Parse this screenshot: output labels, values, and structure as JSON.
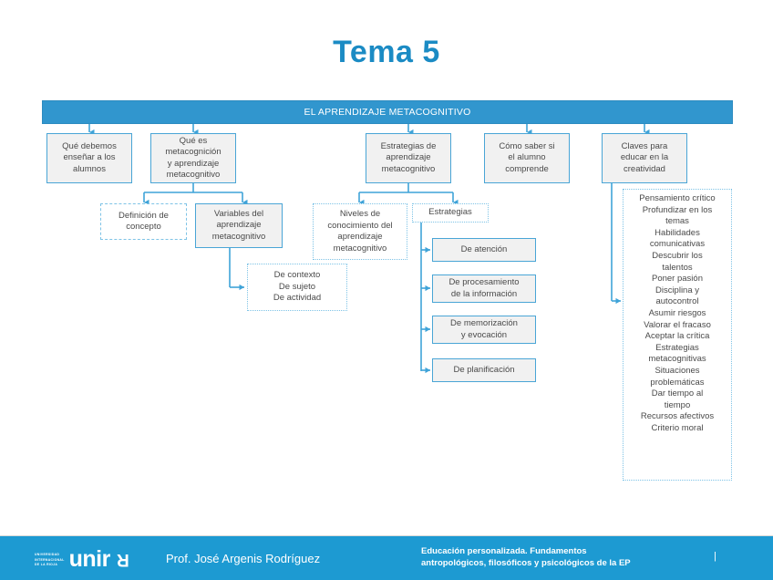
{
  "slide": {
    "title": "Tema 5",
    "title_color": "#1B8BC4"
  },
  "diagram": {
    "band": {
      "label": "EL APRENDIZAJE METACOGNITIVO",
      "bg_color": "#3196CE",
      "text_color": "#FFFFFF"
    },
    "level1": [
      {
        "id": "que-debemos",
        "label": "Qué debemos\nenseñar a los\nalumnos",
        "style": "solid"
      },
      {
        "id": "que-es-metacognicion",
        "label": "Qué es\nmetacognición\ny aprendizaje\nmetacognitivo",
        "style": "solid"
      },
      {
        "id": "estrategias-aprendizaje",
        "label": "Estrategias de\naprendizaje\nmetacognitivo",
        "style": "solid"
      },
      {
        "id": "como-saber",
        "label": "Cómo saber si\nel alumno\ncomprende",
        "style": "solid"
      },
      {
        "id": "claves-creatividad",
        "label": "Claves para\neducar en la\ncreatividad",
        "style": "solid"
      }
    ],
    "level2": [
      {
        "id": "definicion-concepto",
        "label": "Definición de\nconcepto",
        "style": "dashed"
      },
      {
        "id": "variables-aprendizaje",
        "label": "Variables del\naprendizaje\nmetacognitivo",
        "style": "solid"
      },
      {
        "id": "niveles-conocimiento",
        "label": "Niveles de\nconocimiento del\naprendizaje\nmetacognitivo",
        "style": "dotted"
      },
      {
        "id": "estrategias",
        "label": "Estrategias",
        "style": "dotted"
      }
    ],
    "level3": [
      {
        "id": "contexto-sujeto-actividad",
        "label": "De contexto\nDe sujeto\nDe actividad",
        "style": "dotted"
      }
    ],
    "strategies": [
      {
        "id": "de-atencion",
        "label": "De atención",
        "style": "solid"
      },
      {
        "id": "de-procesamiento",
        "label": "De procesamiento\nde la información",
        "style": "solid"
      },
      {
        "id": "de-memorizacion",
        "label": "De memorización\ny evocación",
        "style": "solid"
      },
      {
        "id": "de-planificacion",
        "label": "De planificación",
        "style": "solid"
      }
    ],
    "creativity_keys": {
      "id": "claves-lista",
      "style": "dotted",
      "items": [
        "Pensamiento crítico",
        "Profundizar en los\ntemas",
        "Habilidades\ncomunicativas",
        "Descubrir los\ntalentos",
        "Poner pasión",
        "Disciplina y\nautocontrol",
        "Asumir riesgos",
        "Valorar el fracaso",
        "Aceptar la crítica",
        "Estrategias\nmetacognitivas",
        "Situaciones\nproblemáticas",
        "Dar tiempo al\ntiempo",
        "Recursos afectivos",
        "Criterio moral"
      ]
    },
    "colors": {
      "connector": "#3FA3D8",
      "box_border_solid": "#49A5D6",
      "box_border_dashed": "#7EC3E6",
      "box_fill": "#F1F1F1"
    }
  },
  "footer": {
    "logo_lines": [
      "UNIVERSIDAD",
      "INTERNACIONAL",
      "DE LA RIOJA"
    ],
    "logo_mark": "unir",
    "logo_r": "R",
    "author": "Prof. José Argenis Rodríguez",
    "course": "Educación personalizada. Fundamentos\nantropológicos, filosóficos y psicológicos de la EP",
    "page_number": "|",
    "bg_color": "#1D9AD2"
  }
}
